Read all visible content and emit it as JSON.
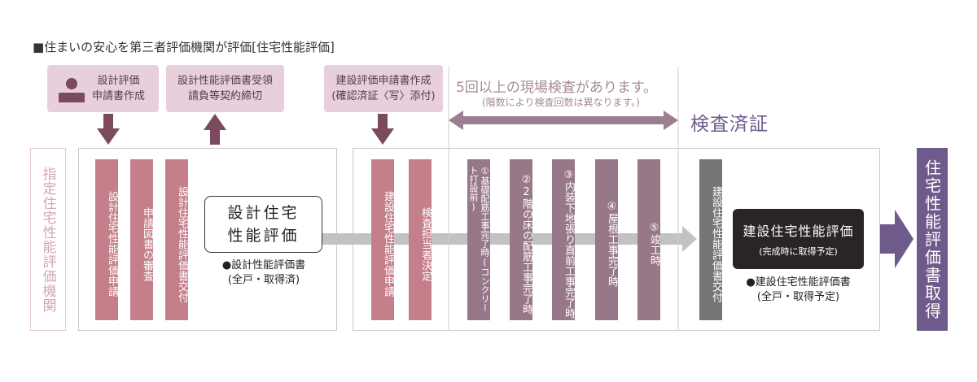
{
  "heading": "■住まいの安心を第三者評価機関が評価[住宅性能評価]",
  "top_boxes": {
    "design_application": [
      "設計評価",
      "申請書作成"
    ],
    "design_contract": [
      "設計性能評価書受領",
      "請負等契約締切"
    ],
    "construction_application": [
      "建設評価申請書作成",
      "(確認済証〈写〉添付)"
    ]
  },
  "inspections_note": {
    "main": "5回以上の現場検査があります。",
    "sub": "(階数により検査回数は異なります。)"
  },
  "certificate_label": "検査済証",
  "org_label": "指定住宅性能評価機関",
  "design_steps": [
    "設計住宅性能評価申請",
    "申請図書の審査",
    "設計住宅性能評価書交付"
  ],
  "design_eval": {
    "title_line1": "設計住宅",
    "title_line2": "性能評価",
    "note_line1": "●設計性能評価書",
    "note_line2": "(全戸・取得済)"
  },
  "construction_steps": [
    "建設住宅性能評価申請",
    "検査担当者決定"
  ],
  "inspections": [
    "①基礎配筋工事完了時(コンクリート打設前)",
    "②2階の床の配筋工事完了時",
    "③内装下地張り直前工事完了時",
    "④屋根工事完了時",
    "⑤竣工時"
  ],
  "construction_certificate_step": "建設住宅性能評価書交付",
  "construction_eval": {
    "title": "建設住宅性能評価",
    "sub": "(完成時に取得予定)",
    "note_line1": "●建設住宅性能評価書",
    "note_line2": "(全戸・取得予定)"
  },
  "final_label": "住宅性能評価書取得",
  "colors": {
    "pink_box": "#e7d0dc",
    "dark_arrow": "#7b4a5e",
    "rose_bar": "#c47f8b",
    "purple_bar": "#977889",
    "gray_bar": "#767676",
    "final_purple": "#6e5b8c",
    "inspection_arrow": "#9a7f90",
    "flow_arrow": "#c2c2c2"
  }
}
